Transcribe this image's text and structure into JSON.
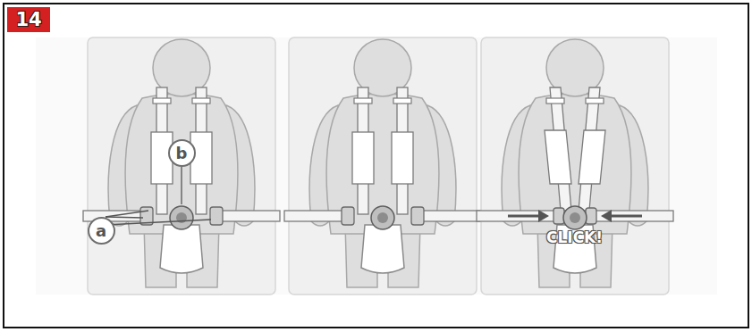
{
  "diagram": {
    "nodes": [
      {
        "text": [
          "14"
        ]
      },
      {
        "text": [
          "b"
        ]
      },
      {
        "text": [
          "a"
        ]
      }
    ],
    "labels": [
      "CLICK!"
    ]
  }
}
